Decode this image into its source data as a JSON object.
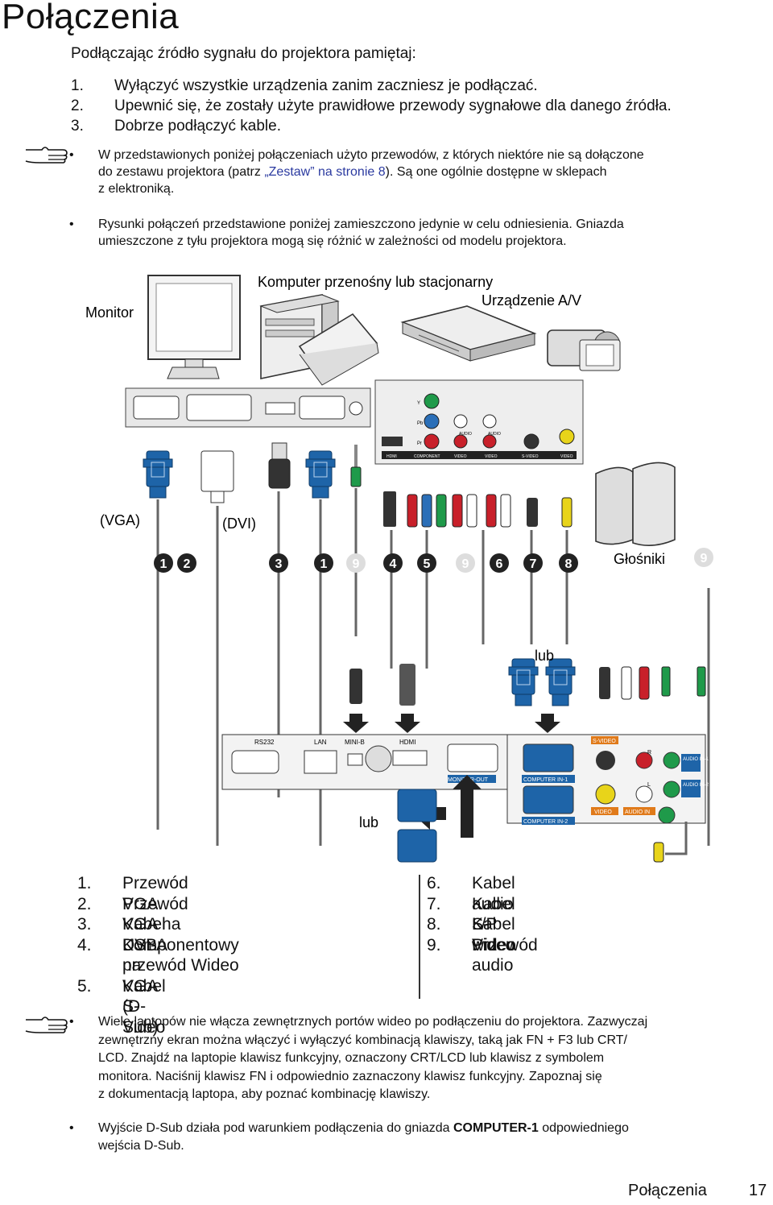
{
  "title": "Połączenia",
  "intro": "Podłączając źródło sygnału do projektora pamiętaj:",
  "steps": [
    {
      "n": "1.",
      "text": "Wyłączyć wszystkie urządzenia zanim zaczniesz je podłączać."
    },
    {
      "n": "2.",
      "text": "Upewnić się, że zostały użyte prawidłowe przewody sygnałowe dla danego źródła."
    },
    {
      "n": "3.",
      "text": "Dobrze podłączyć kable."
    }
  ],
  "note1": {
    "b1_l1a": "W przedstawionych poniżej połączeniach użyto przewodów, z których niektóre nie są dołączone",
    "b1_l2a": "do zestawu projektora (patrz ",
    "b1_link": "„Zestaw” na stronie 8",
    "b1_l2b": "). Są one ogólnie dostępne w sklepach",
    "b1_l3": "z elektroniką.",
    "b2_l1": "Rysunki połączeń przedstawione poniżej zamieszczono jedynie w celu odniesienia. Gniazda",
    "b2_l2": "umieszczone z tyłu projektora mogą się różnić w zależności od modelu projektora."
  },
  "diagram": {
    "monitor": "Monitor",
    "computer": "Komputer przenośny lub stacjonarny",
    "av": "Urządzenie A/V",
    "vga": "(VGA)",
    "dvi": "(DVI)",
    "speakers": "Głośniki",
    "or1": "lub",
    "or2": "lub",
    "numbers": [
      "1",
      "2",
      "3",
      "1",
      "9",
      "4",
      "5",
      "9",
      "6",
      "7",
      "8",
      "9"
    ],
    "av_ports": {
      "y": "Y",
      "pb": "Pb",
      "pr": "Pr",
      "audio1": "AUDIO",
      "audio2": "AUDIO",
      "hdmi": "HDMI",
      "component": "COMPONENT",
      "video1": "VIDEO",
      "video2": "VIDEO",
      "svideo": "S-VIDEO",
      "video3": "VIDEO"
    },
    "proj_ports": {
      "rs232": "RS232",
      "lan": "LAN",
      "minib": "MINI-B",
      "hdmi": "HDMI",
      "monitor_out": "MONITOR-OUT",
      "comp1": "COMPUTER IN-1",
      "comp2": "COMPUTER IN-2",
      "svideo": "S-VIDEO",
      "video": "VIDEO",
      "audio_in": "AUDIO IN",
      "audio_in1": "AUDIO IN-1",
      "audio_in2": "AUDIO IN-2",
      "r": "R",
      "l": "L"
    }
  },
  "legend_left": [
    {
      "n": "1.",
      "t": "Przewód VGA"
    },
    {
      "n": "2.",
      "t": "Przewód VGA na DVI-A"
    },
    {
      "n": "3.",
      "t": "Kabel USB"
    },
    {
      "n": "4.",
      "t": "Komponentowy przewód Wideo"
    },
    {
      "n": "",
      "t": "na VGA (D-Sub)"
    },
    {
      "n": "5.",
      "t": "Kabel S-Video"
    }
  ],
  "legend_right": [
    {
      "n": "6.",
      "t": "Kabel audio L/P"
    },
    {
      "n": "7.",
      "t": "Kabel S-Video"
    },
    {
      "n": "8.",
      "t": "Kabel wideo"
    },
    {
      "n": "9.",
      "t": "Przewód audio"
    }
  ],
  "note2": {
    "l1": "Wiele laptopów nie włącza zewnętrznych portów wideo po podłączeniu do projektora. Zazwyczaj",
    "l2": "zewnętrzny ekran można włączyć i wyłączyć kombinacją klawiszy, taką jak FN + F3 lub CRT/",
    "l3": "LCD. Znajdź na laptopie klawisz funkcyjny, oznaczony CRT/LCD lub klawisz z symbolem",
    "l4": "monitora. Naciśnij klawisz FN i odpowiednio zaznaczony klawisz funkcyjny. Zapoznaj się",
    "l5": "z dokumentacją laptopa, aby poznać kombinację klawiszy.",
    "b2a": "Wyjście D-Sub działa pod warunkiem podłączenia do gniazda ",
    "b2b": "COMPUTER-1",
    "b2c": " odpowiedniego",
    "b2d": "wejścia D-Sub."
  },
  "footer": {
    "section": "Połączenia",
    "page": "17"
  },
  "colors": {
    "vga_blue": "#1e64a8",
    "text": "#111111",
    "link": "#2b3aa0",
    "red": "#c8202a",
    "green": "#1f9a4a",
    "yellow": "#e8d41a"
  }
}
